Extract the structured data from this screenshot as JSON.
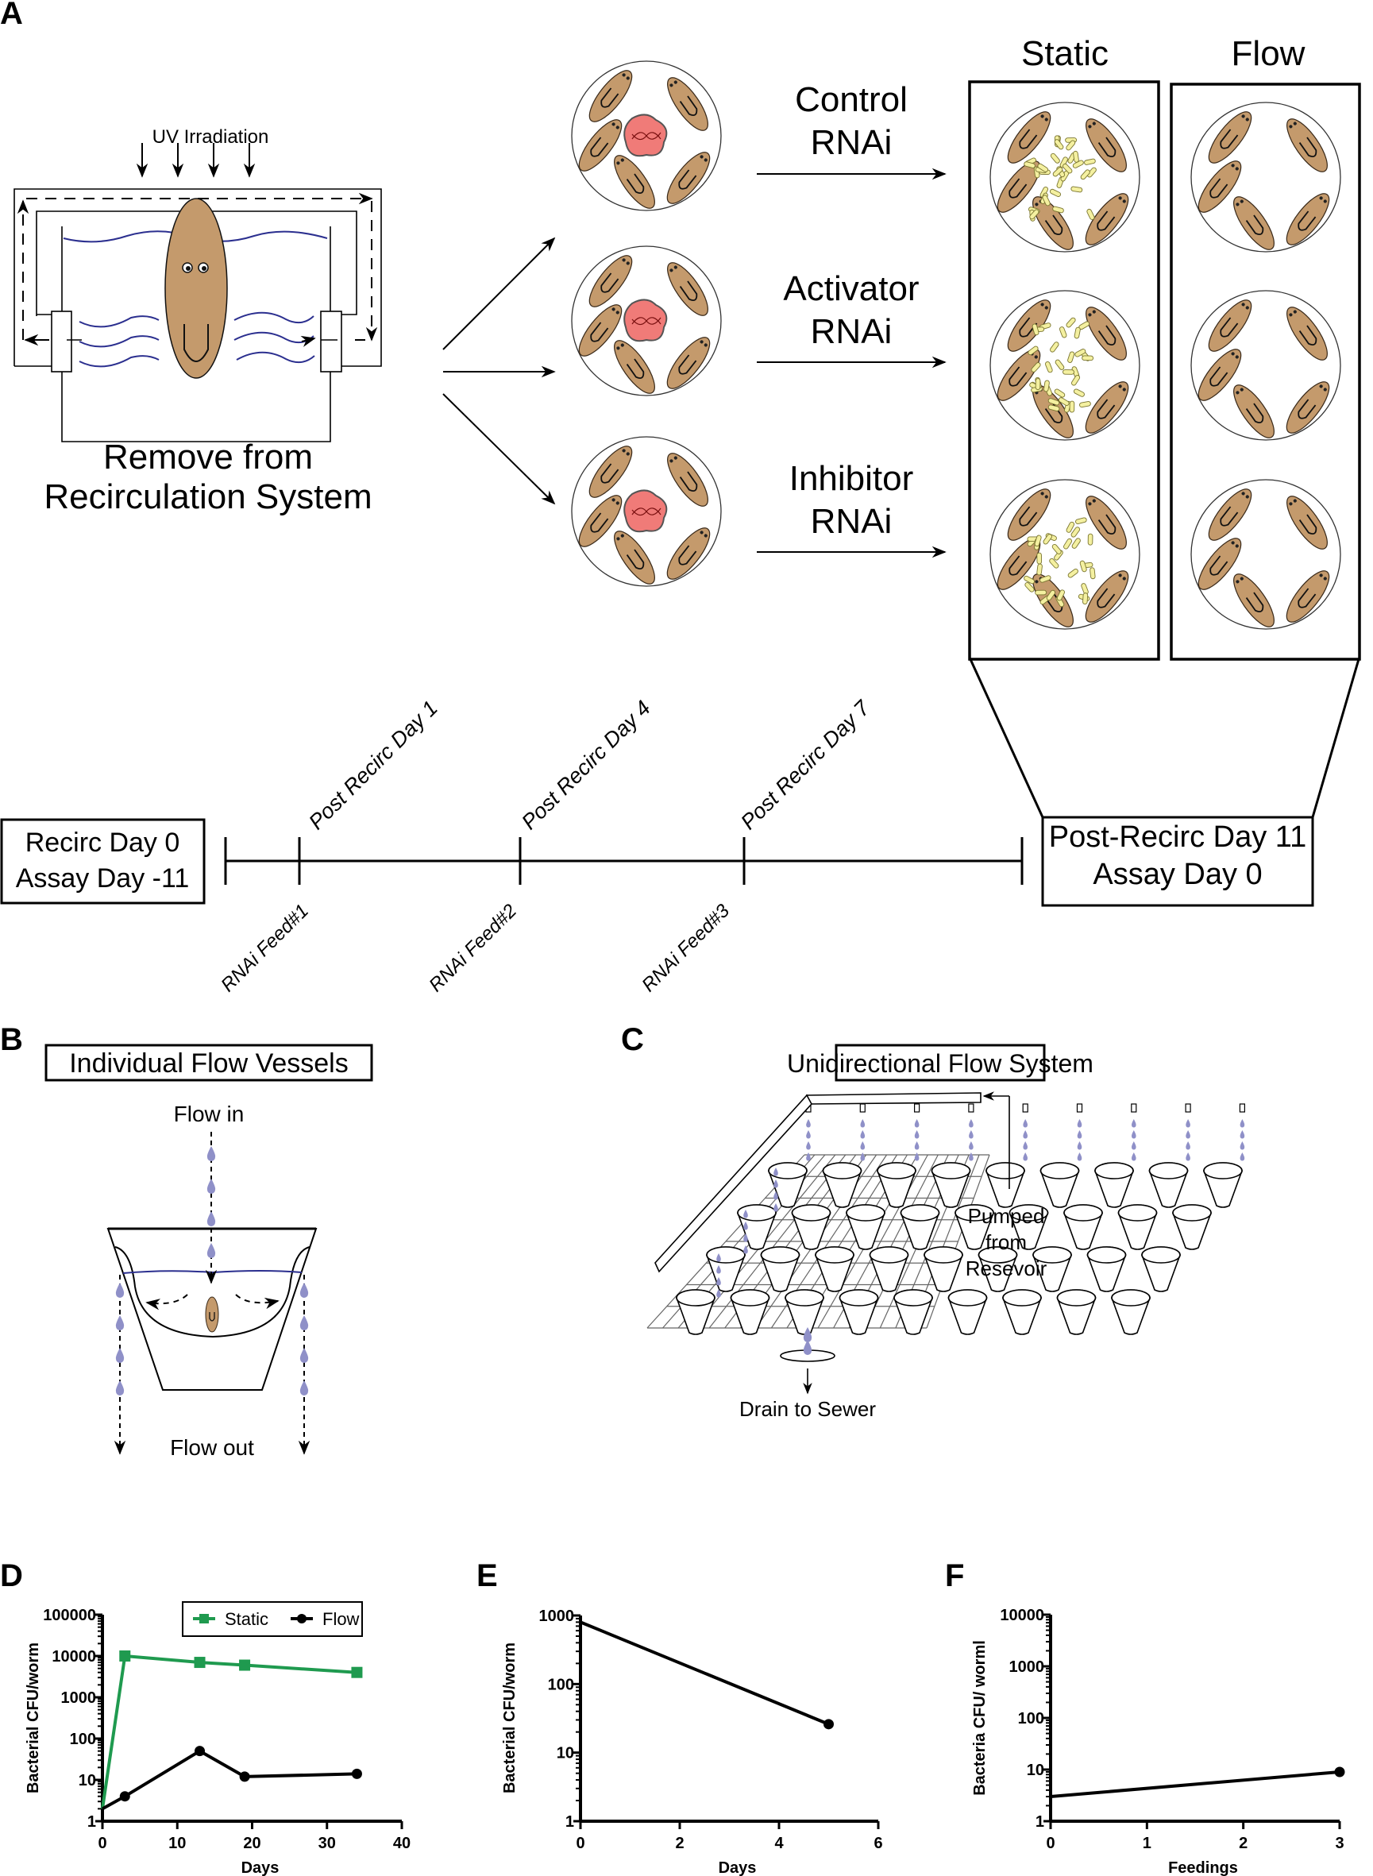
{
  "panels": {
    "A": {
      "letter": "A",
      "uv_label": "UV Irradiation",
      "remove_caption_line1": "Remove from",
      "remove_caption_line2": "Recirculation System",
      "treatments": [
        {
          "line1": "Control",
          "line2": "RNAi"
        },
        {
          "line1": "Activator",
          "line2": "RNAi"
        },
        {
          "line1": "Inhibitor",
          "line2": "RNAi"
        }
      ],
      "condition_headers": [
        "Static",
        "Flow"
      ],
      "timeline": {
        "start_box_line1": "Recirc Day 0",
        "start_box_line2": "Assay Day -11",
        "end_box_line1": "Post-Recirc Day 11",
        "end_box_line2": "Assay Day 0",
        "top_labels": [
          "Post Recirc Day 1",
          "Post Recirc Day 4",
          "Post Recirc Day 7"
        ],
        "bottom_labels": [
          "RNAi Feed#1",
          "RNAi Feed#2",
          "RNAi Feed#3"
        ]
      },
      "colors": {
        "worm": "#c49a6c",
        "food": "#f07b78",
        "bacteria": "#f4f0a0",
        "water": "#2b2f8f"
      }
    },
    "B": {
      "letter": "B",
      "title": "Individual Flow Vessels",
      "flow_in": "Flow in",
      "flow_out": "Flow out",
      "colors": {
        "droplet": "#8f90c8"
      }
    },
    "C": {
      "letter": "C",
      "title": "Unidirectional Flow System",
      "pump_line1": "Pumped",
      "pump_line2": "from",
      "pump_line3": "Resevoir",
      "drain": "Drain to Sewer",
      "grid_rows": 4,
      "grid_cols": 9
    },
    "D": {
      "letter": "D"
    },
    "E": {
      "letter": "E"
    },
    "F": {
      "letter": "F"
    }
  },
  "chart_data": [
    {
      "id": "D",
      "type": "line",
      "title": "",
      "xlabel": "Days",
      "ylabel": "Bacterial CFU/worm",
      "xlim": [
        0,
        40
      ],
      "ylim": [
        1,
        100000
      ],
      "yscale": "log",
      "xticks": [
        "0",
        "10",
        "20",
        "30",
        "40"
      ],
      "yticks": [
        "1",
        "10",
        "100",
        "1000",
        "10000",
        "100000"
      ],
      "legend": "top",
      "series": [
        {
          "name": "Static",
          "color": "#1f9a4f",
          "marker": "square",
          "x": [
            0,
            3,
            13,
            19,
            34
          ],
          "y": [
            2,
            10000,
            7000,
            6000,
            4000
          ]
        },
        {
          "name": "Flow",
          "color": "#000000",
          "marker": "circle",
          "x": [
            0,
            3,
            13,
            19,
            34
          ],
          "y": [
            2,
            4,
            50,
            12,
            14
          ]
        }
      ]
    },
    {
      "id": "E",
      "type": "line",
      "title": "",
      "xlabel": "Days",
      "ylabel": "Bacterial CFU/worm",
      "xlim": [
        0,
        6
      ],
      "ylim": [
        1,
        1000
      ],
      "yscale": "log",
      "xticks": [
        "0",
        "2",
        "4",
        "6"
      ],
      "yticks": [
        "1",
        "10",
        "100",
        "1000"
      ],
      "series": [
        {
          "name": "CFU",
          "color": "#000000",
          "marker": "circle",
          "x": [
            0,
            5
          ],
          "y": [
            800,
            26
          ]
        }
      ]
    },
    {
      "id": "F",
      "type": "line",
      "title": "",
      "xlabel": "Feedings",
      "ylabel": "Bacteria CFU/ worml",
      "xlim": [
        0,
        3
      ],
      "ylim": [
        1,
        10000
      ],
      "yscale": "log",
      "xticks": [
        "0",
        "1",
        "2",
        "3"
      ],
      "yticks": [
        "1",
        "10",
        "100",
        "1000",
        "10000"
      ],
      "series": [
        {
          "name": "CFU",
          "color": "#000000",
          "marker": "circle",
          "x": [
            0,
            3
          ],
          "y": [
            3,
            9
          ]
        }
      ]
    }
  ]
}
